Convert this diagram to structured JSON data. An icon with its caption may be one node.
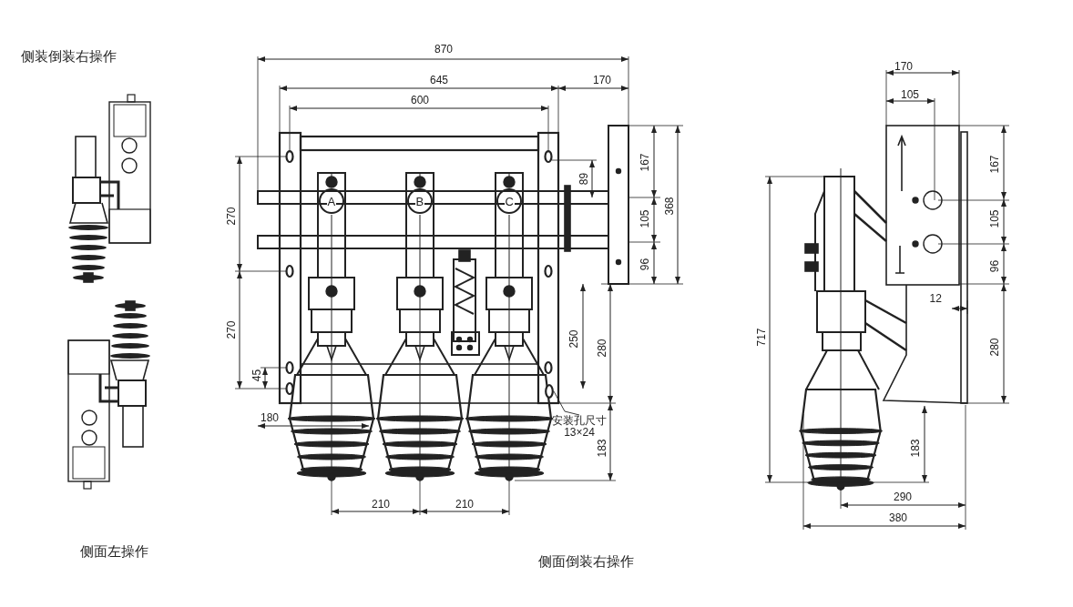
{
  "diagram": {
    "nodes": [
      {
        "text": [
          "安装孔尺寸 13×24"
        ]
      },
      {
        "text": [],
        "shape": "circle"
      }
    ],
    "edges": [
      {
        "from": 0,
        "to": 1,
        "arrow": "none"
      }
    ],
    "labels": [
      "侧装倒装右操作",
      "870",
      "645",
      "170",
      "600",
      "A",
      "B",
      "C",
      "270",
      "89",
      "167",
      "105",
      "368",
      "96",
      "270",
      "250",
      "280",
      "45",
      "180",
      "183",
      "210",
      "210",
      "侧面左操作",
      "侧面倒装右操作",
      "170",
      "105",
      "167",
      "105",
      "96",
      "12",
      "717",
      "280",
      "183",
      "290",
      "380"
    ]
  }
}
